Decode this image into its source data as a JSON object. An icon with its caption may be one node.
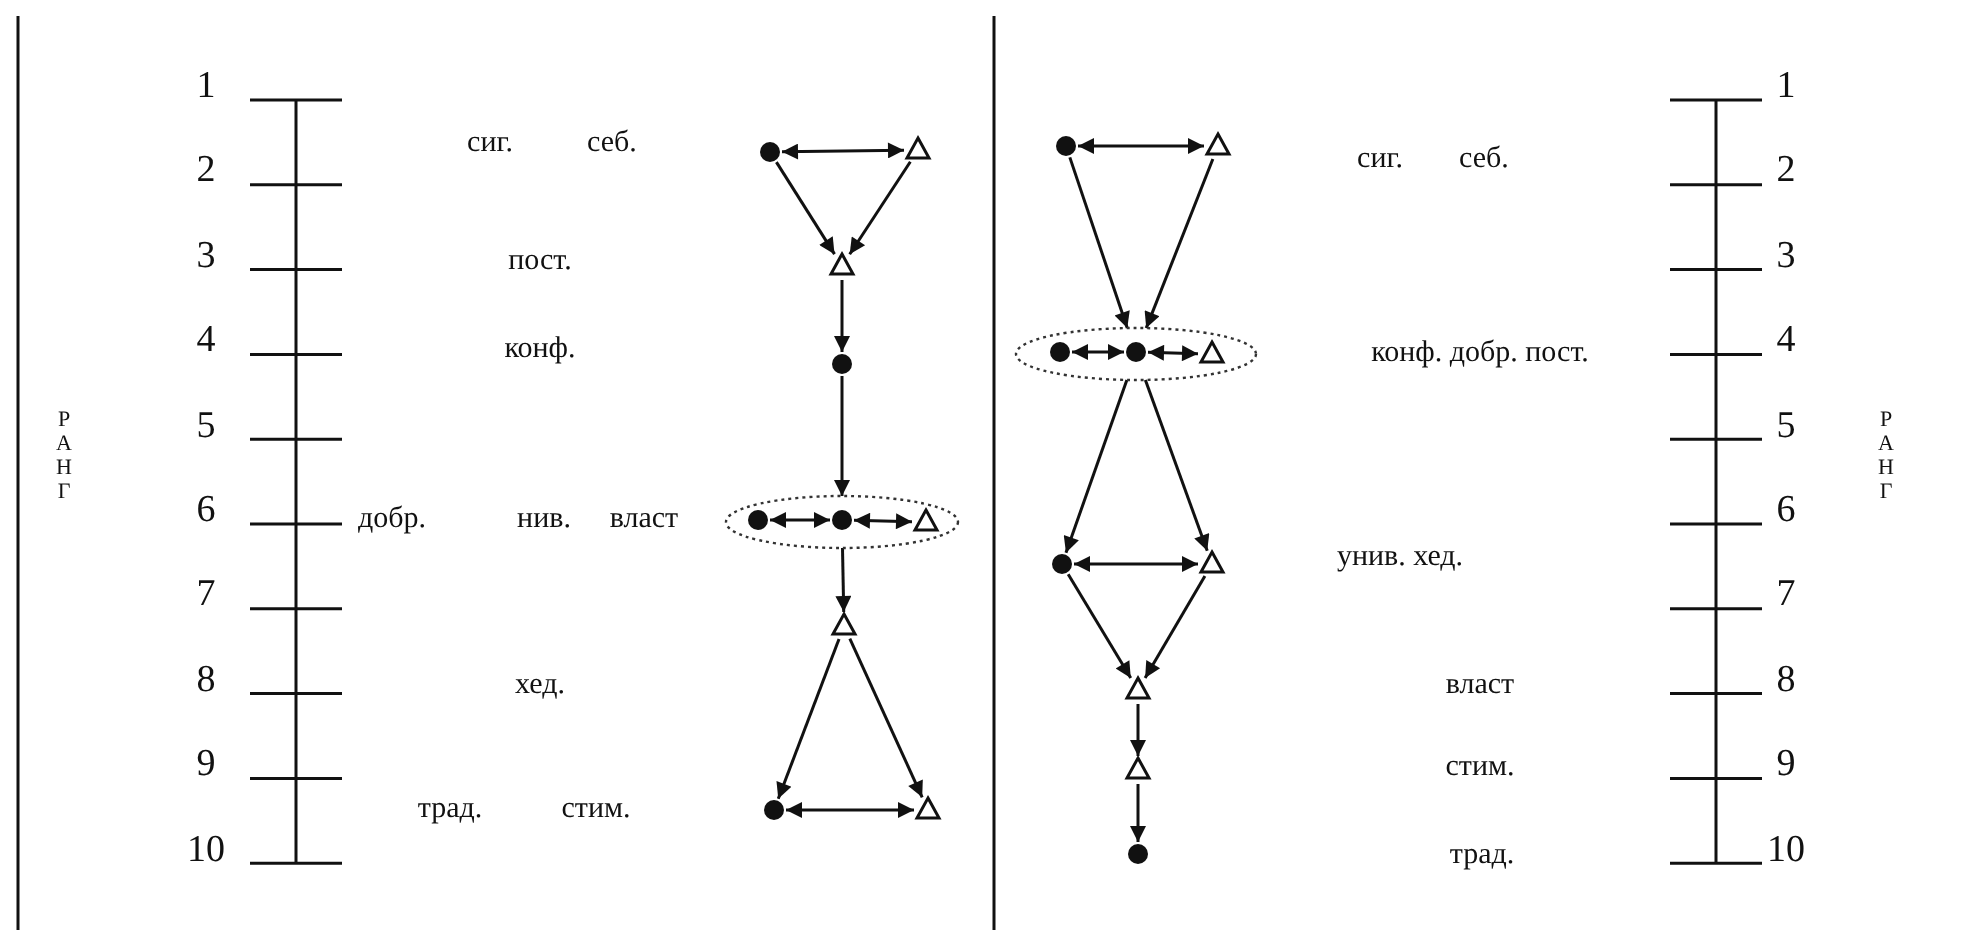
{
  "diagram": {
    "nodes": [
      {
        "text": [],
        "shape": "circle"
      },
      {
        "text": [],
        "shape": "triangle"
      },
      {
        "text": [],
        "shape": "triangle"
      },
      {
        "text": [],
        "shape": "circle"
      },
      {
        "text": [],
        "shape": "ellipse"
      },
      {
        "text": [],
        "shape": "circle",
        "in": 4
      },
      {
        "text": [],
        "shape": "circle",
        "in": 4
      },
      {
        "text": [],
        "shape": "triangle",
        "in": 4
      },
      {
        "text": [],
        "shape": "triangle"
      },
      {
        "text": [],
        "shape": "circle"
      },
      {
        "text": [],
        "shape": "triangle"
      },
      {
        "text": [],
        "shape": "circle"
      },
      {
        "text": [],
        "shape": "triangle"
      },
      {
        "text": [],
        "shape": "ellipse"
      },
      {
        "text": [],
        "shape": "circle",
        "in": 13
      },
      {
        "text": [],
        "shape": "circle",
        "in": 13
      },
      {
        "text": [],
        "shape": "triangle",
        "in": 13
      },
      {
        "text": [],
        "shape": "circle"
      },
      {
        "text": [],
        "shape": "triangle"
      },
      {
        "text": [],
        "shape": "triangle"
      },
      {
        "text": [],
        "shape": "triangle"
      },
      {
        "text": [],
        "shape": "circle"
      }
    ],
    "edges": [
      {
        "from": 0,
        "to": 1,
        "arrow": "both"
      },
      {
        "from": 0,
        "to": 2,
        "arrow": "to"
      },
      {
        "from": 1,
        "to": 2,
        "arrow": "to"
      },
      {
        "from": 2,
        "to": 3,
        "arrow": "to"
      },
      {
        "from": 3,
        "to": 4,
        "arrow": "to"
      },
      {
        "from": 5,
        "to": 6,
        "arrow": "both"
      },
      {
        "from": 6,
        "to": 7,
        "arrow": "both"
      },
      {
        "from": 4,
        "to": 8,
        "arrow": "to"
      },
      {
        "from": 8,
        "to": 9,
        "arrow": "to"
      },
      {
        "from": 8,
        "to": 10,
        "arrow": "to"
      },
      {
        "from": 9,
        "to": 10,
        "arrow": "both"
      },
      {
        "from": 11,
        "to": 12,
        "arrow": "both"
      },
      {
        "from": 11,
        "to": 13,
        "arrow": "to"
      },
      {
        "from": 12,
        "to": 13,
        "arrow": "to"
      },
      {
        "from": 14,
        "to": 15,
        "arrow": "both"
      },
      {
        "from": 15,
        "to": 16,
        "arrow": "both"
      },
      {
        "from": 13,
        "to": 17,
        "arrow": "to"
      },
      {
        "from": 13,
        "to": 18,
        "arrow": "to"
      },
      {
        "from": 17,
        "to": 18,
        "arrow": "both"
      },
      {
        "from": 17,
        "to": 19,
        "arrow": "to"
      },
      {
        "from": 18,
        "to": 19,
        "arrow": "to"
      },
      {
        "from": 19,
        "to": 20,
        "arrow": "to"
      },
      {
        "from": 20,
        "to": 21,
        "arrow": "to"
      }
    ],
    "labels": [
      "РАНГ",
      "1",
      "2",
      "3",
      "4",
      "5",
      "6",
      "7",
      "8",
      "9",
      "10",
      "сиг.",
      "себ.",
      "пост.",
      "конф.",
      "добр.",
      "нив.",
      "власт",
      "хед.",
      "трад.",
      "стим.",
      "сиг.",
      "себ.",
      "конф. добр. пост.",
      "унив. хед.",
      "власт",
      "стим.",
      "трад.",
      "1",
      "2",
      "3",
      "4",
      "5",
      "6",
      "7",
      "8",
      "9",
      "10",
      "РАНГ"
    ]
  }
}
